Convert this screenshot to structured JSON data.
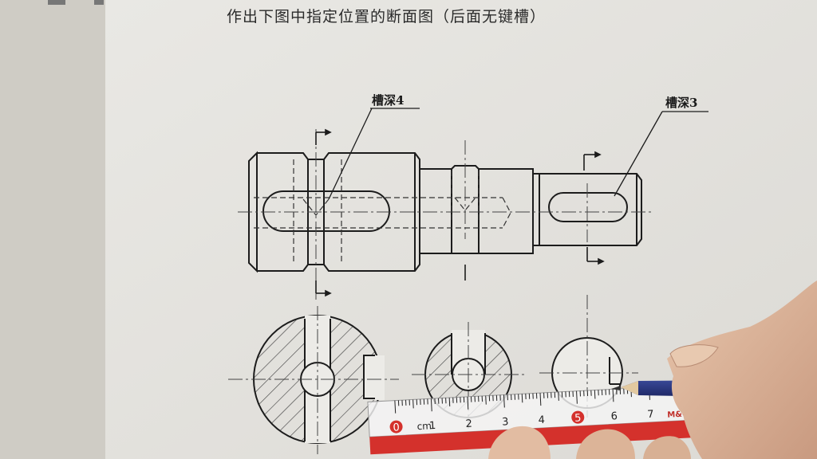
{
  "title": "作出下图中指定位置的断面图（后面无键槽）",
  "labels": {
    "groove_left": "槽深4",
    "groove_right": "槽深3"
  },
  "ruler": {
    "unit": "cm",
    "numbers": [
      "0",
      "1",
      "2",
      "3",
      "4",
      "5",
      "6",
      "7"
    ],
    "brand": "M&G"
  }
}
